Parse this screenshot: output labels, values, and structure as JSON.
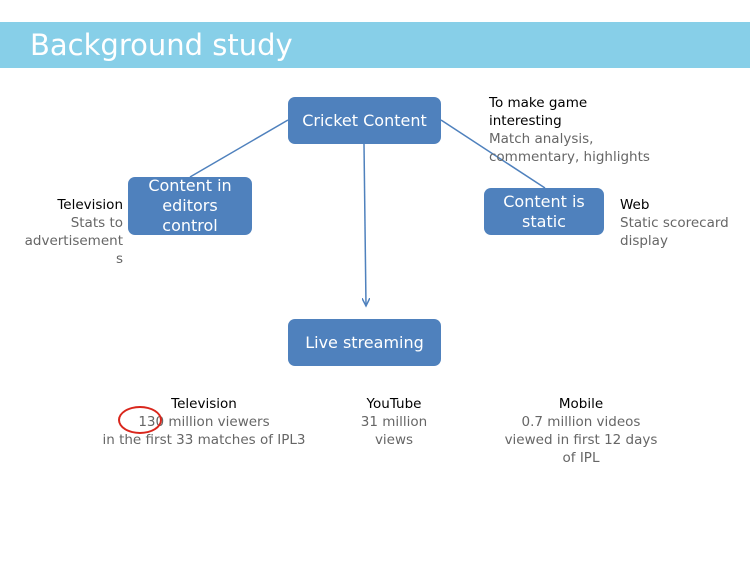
{
  "header": {
    "title": "Background study"
  },
  "nodes": {
    "cricket": "Cricket Content",
    "editors": [
      "Content in",
      "editors",
      "control"
    ],
    "static": [
      "Content is",
      "static"
    ],
    "streaming": "Live streaming"
  },
  "notes": {
    "tv_left": {
      "head": "Television",
      "body": [
        "Stats to",
        "advertisement",
        "s"
      ]
    },
    "top_right": {
      "head": [
        "To make game",
        "interesting"
      ],
      "body": [
        "Match analysis,",
        "commentary, highlights"
      ]
    },
    "web": {
      "head": "Web",
      "body": [
        "Static scorecard",
        "display"
      ]
    }
  },
  "stats": [
    {
      "head": "Television",
      "body": [
        "130 million viewers",
        "in the first 33 matches of IPL3"
      ]
    },
    {
      "head": "YouTube",
      "body": [
        "31 million",
        "views"
      ]
    },
    {
      "head": "Mobile",
      "body": [
        "0.7 million videos",
        "viewed in first 12 days",
        "of IPL"
      ]
    }
  ],
  "colors": {
    "accent_bar": "#87cfe8",
    "node_fill": "#4f81bd",
    "highlight": "#d9261c"
  }
}
